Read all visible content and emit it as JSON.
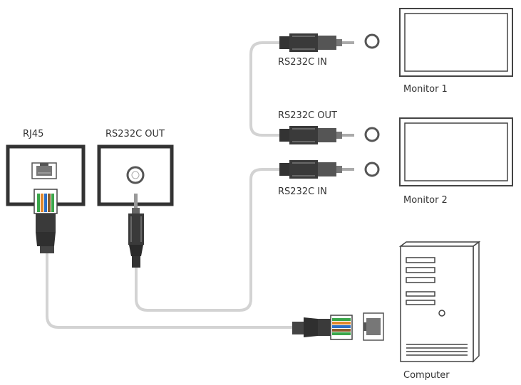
{
  "labels": {
    "rj45": "RJ45",
    "rs232c_out_panel": "RS232C OUT",
    "rs232c_in_1": "RS232C IN",
    "monitor_1": "Monitor 1",
    "rs232c_out_chain": "RS232C OUT",
    "rs232c_in_2": "RS232C IN",
    "monitor_2": "Monitor 2",
    "computer": "Computer"
  },
  "colors": {
    "cable": "#d3d3d3",
    "frame": "#333333",
    "plug_dark": "#2f2f2f",
    "plug_body": "#555555",
    "rj45_green": "#3aa64a",
    "rj45_orange": "#e0862a",
    "rj45_blue": "#2c6fc7",
    "rj45_brown": "#8a5a2b"
  },
  "icons": {
    "rj45_port": "ethernet-port-icon",
    "serial_jack": "audio-jack-port-icon",
    "stereo_plug": "stereo-plug-icon",
    "rj45_plug": "rj45-plug-icon",
    "monitor": "monitor-icon",
    "computer": "desktop-tower-icon"
  }
}
